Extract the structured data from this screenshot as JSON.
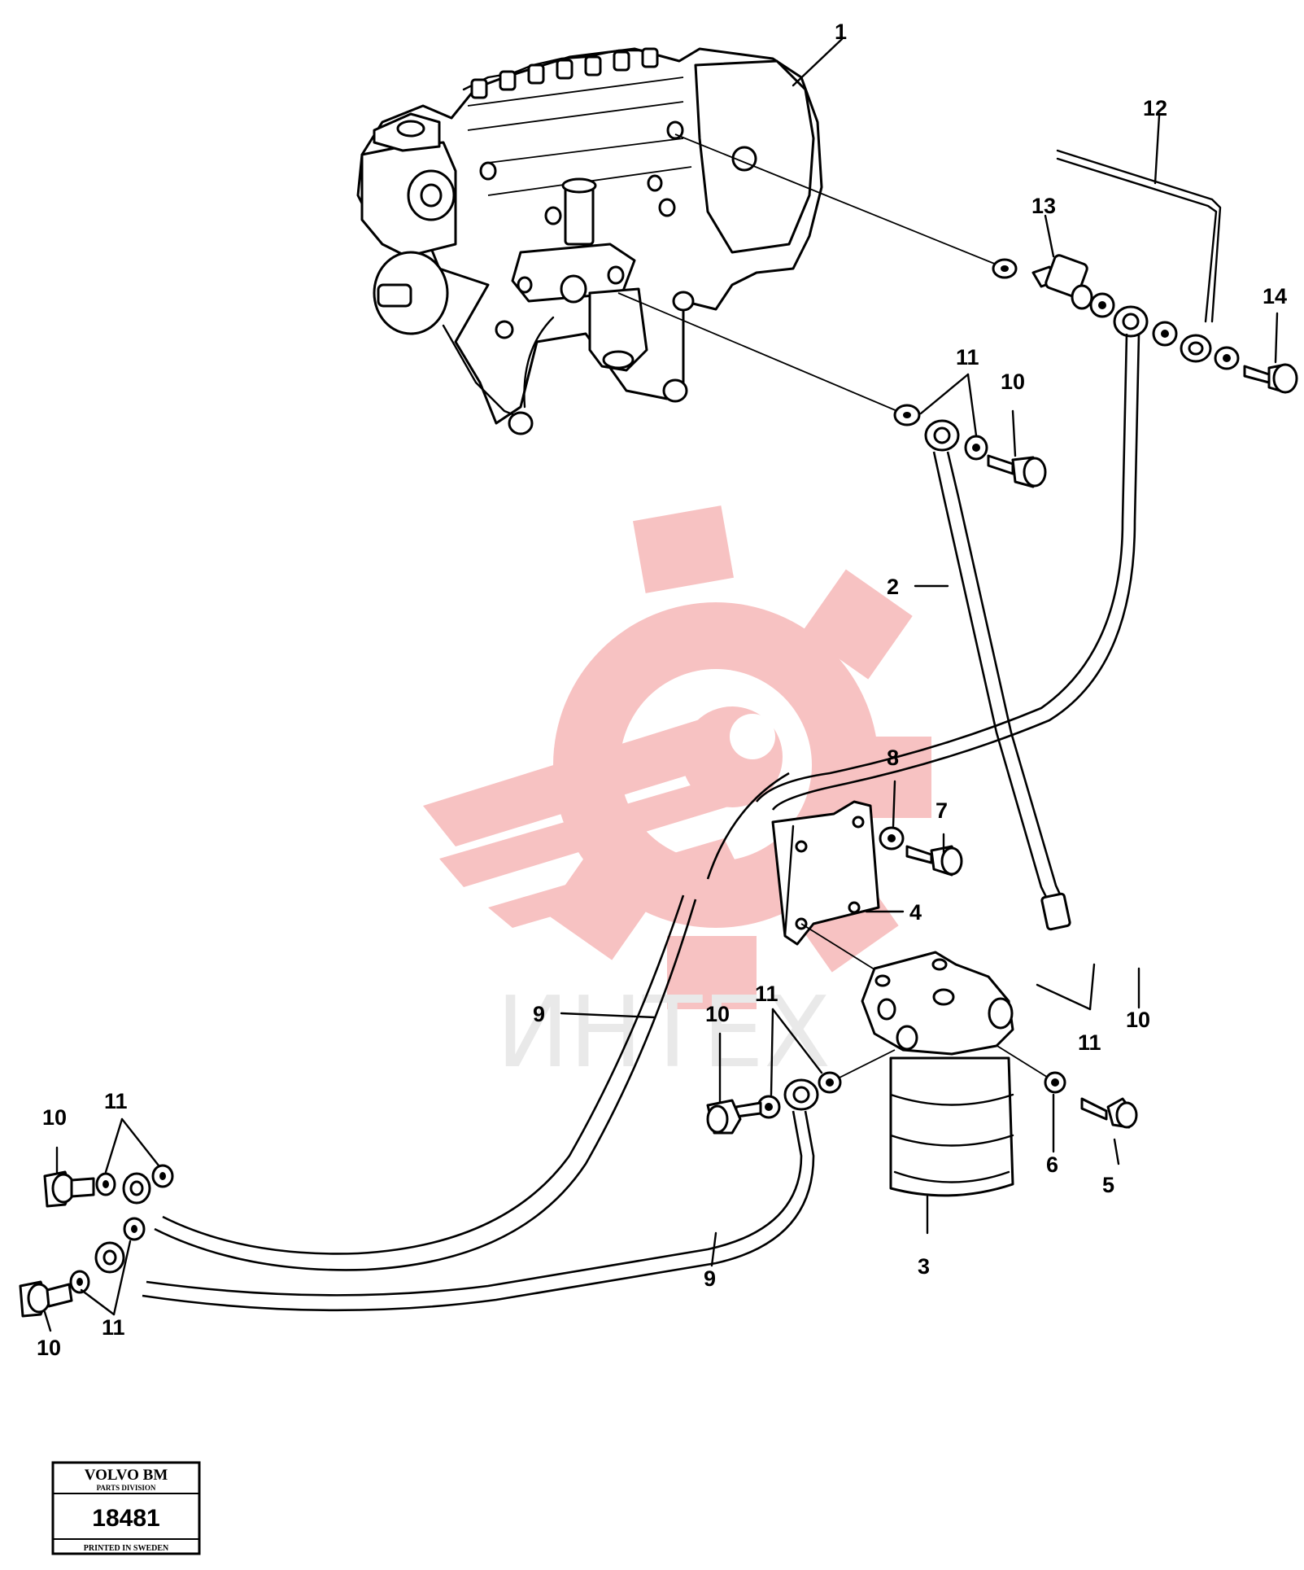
{
  "watermark": {
    "text": "ИНТЕХ",
    "color": "#f2a3a3"
  },
  "stamp": {
    "brand": "VOLVO BM",
    "division": "PARTS DIVISION",
    "number": "18481",
    "footer": "PRINTED IN SWEDEN"
  },
  "callouts": {
    "c1": "1",
    "c2": "2",
    "c3": "3",
    "c4": "4",
    "c5": "5",
    "c6": "6",
    "c7": "7",
    "c8": "8",
    "c9a": "9",
    "c9b": "9",
    "c10a": "10",
    "c10b": "10",
    "c10c": "10",
    "c10d": "10",
    "c10e": "10",
    "c11a": "11",
    "c11b": "11",
    "c11c": "11",
    "c11d": "11",
    "c11e": "11",
    "c12": "12",
    "c13": "13",
    "c14": "14"
  }
}
